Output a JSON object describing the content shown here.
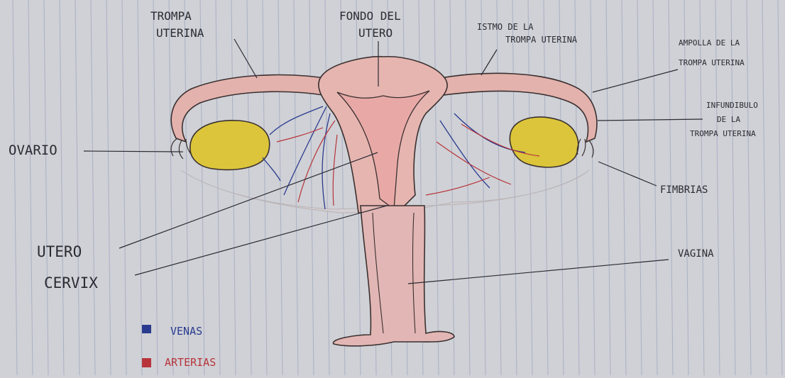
{
  "labels": {
    "trompa_uterina": [
      "TROMPA",
      "UTERINA"
    ],
    "fondo_del_utero": [
      "FONDO DEL",
      "UTERO"
    ],
    "istmo": [
      "ISTMO DE LA",
      "TROMPA UTERINA"
    ],
    "ampolla": [
      "AMPOLLA DE LA",
      "TROMPA UTERINA"
    ],
    "infundibulo": [
      "INFUNDIBULO",
      "DE LA",
      "TROMPA UTERINA"
    ],
    "ovario": "OVARIO",
    "fimbrias": "FIMBRIAS",
    "utero": "UTERO",
    "cervix": "CERVIX",
    "vagina": "VAGINA"
  },
  "legend": {
    "venas": "VENAS",
    "arterias": "ARTERIAS"
  },
  "colors": {
    "paper": "#cfd1d6",
    "paper_line": "#a9aec2",
    "tissue": "#e6b5b0",
    "tissue_dark": "#d99a98",
    "outline": "#3a3030",
    "ovary": "#dcc53a",
    "vein": "#2a3b8f",
    "artery": "#b8343a",
    "ink": "#2b2b33"
  }
}
